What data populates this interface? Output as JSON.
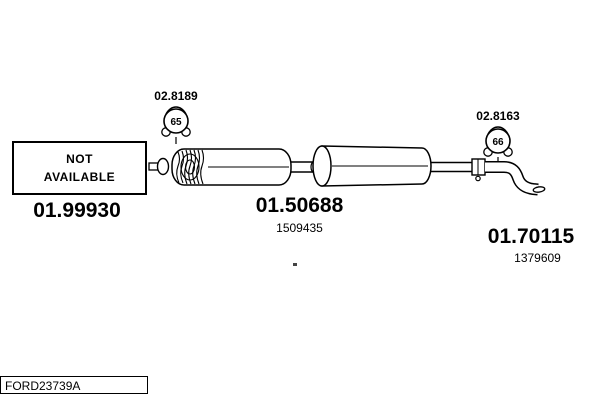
{
  "not_available": {
    "line1": "NOT",
    "line2": "AVAILABLE"
  },
  "parts": {
    "left": {
      "number": "01.99930"
    },
    "center": {
      "number": "01.50688",
      "ref": "1509435"
    },
    "right": {
      "number": "01.70115",
      "ref": "1379609"
    }
  },
  "clamps": {
    "left": {
      "label": "02.8189",
      "badge": "65"
    },
    "right": {
      "label": "02.8163",
      "badge": "66"
    }
  },
  "footer": {
    "code": "FORD23739A"
  }
}
